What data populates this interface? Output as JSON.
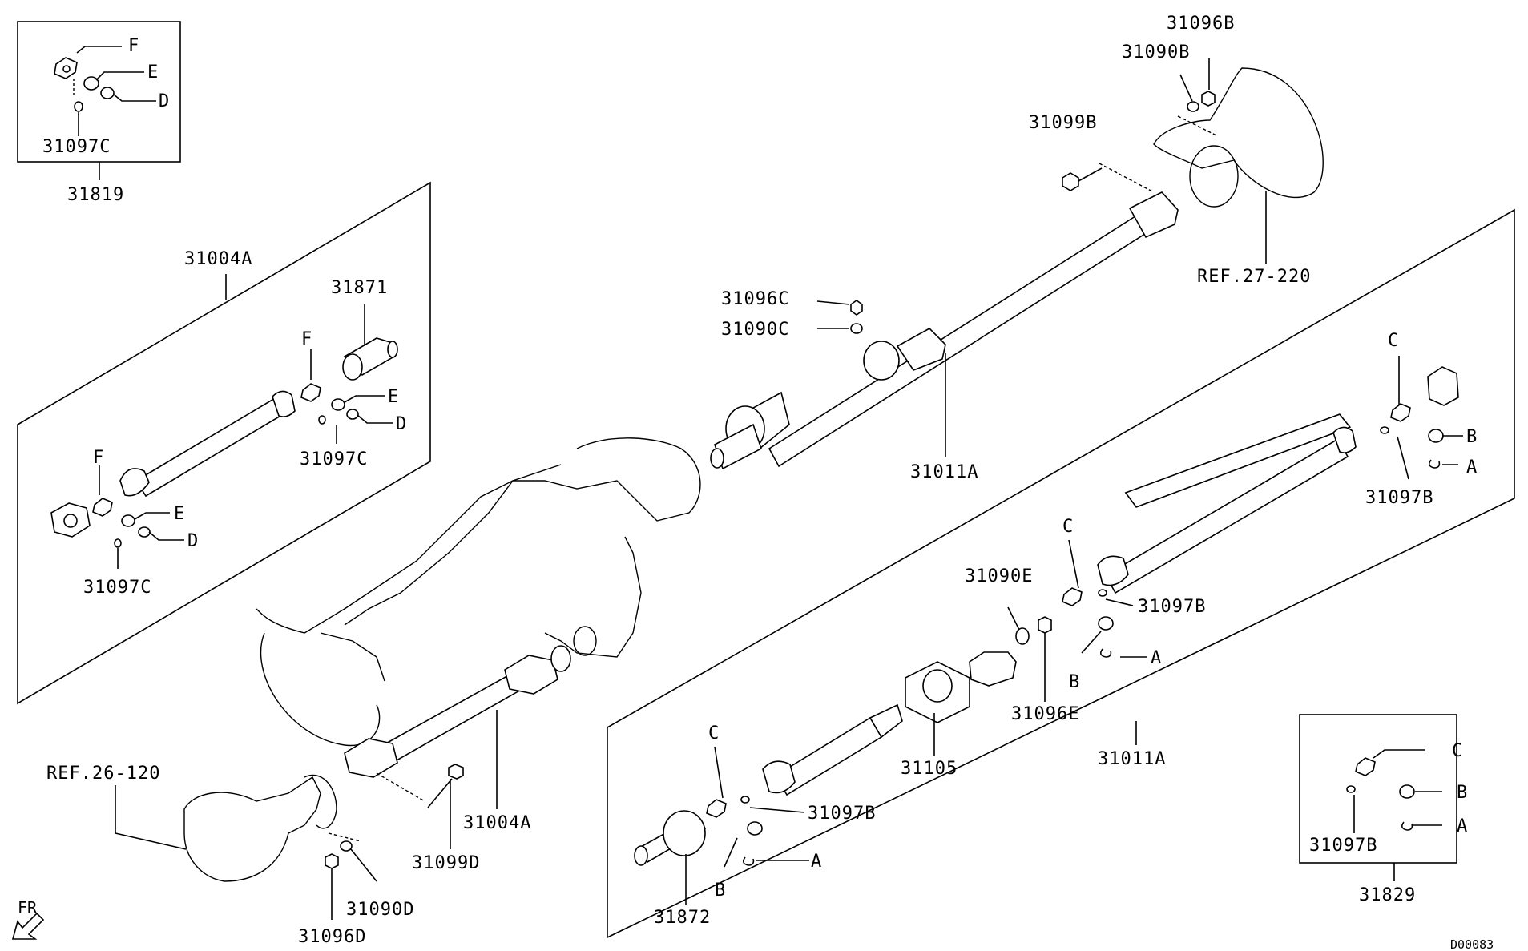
{
  "diagram": {
    "code": "D00083",
    "orientation": "FR",
    "labels": {
      "kit_top_left": "31819",
      "f_tl": "F",
      "e_tl": "E",
      "d_tl": "D",
      "c97_tl": "31097C",
      "shaft_front": "31004A",
      "yoke_front": "31871",
      "f1": "F",
      "e1": "E",
      "d1": "D",
      "c97_1": "31097C",
      "f2": "F",
      "e2": "E",
      "d2": "D",
      "c97_2": "31097C",
      "nut_b": "31096B",
      "washer_b": "31090B",
      "bolt_b": "31099B",
      "ref_27": "REF.27-220",
      "nut_c": "31096C",
      "washer_c": "31090C",
      "shaft_rear_top": "31011A",
      "c_r1": "C",
      "b_r1": "B",
      "a_r1": "A",
      "b97_r1": "31097B",
      "washer_e": "31090E",
      "c_r2": "C",
      "b97_r2": "31097B",
      "a_r2": "A",
      "b_r2": "B",
      "nut_e": "31096E",
      "bearing": "31105",
      "shaft_rear_box": "31011A",
      "c_r3": "C",
      "b97_r3": "31097B",
      "a_r3": "A",
      "b_r3": "B",
      "shaft_stub": "31872",
      "ref_26": "REF.26-120",
      "shaft_front_bottom": "31004A",
      "bolt_d": "31099D",
      "washer_d": "31090D",
      "nut_d": "31096D",
      "kit_bottom_right": "31829",
      "c_br": "C",
      "b_br": "B",
      "a_br": "A",
      "b97_br": "31097B"
    }
  }
}
